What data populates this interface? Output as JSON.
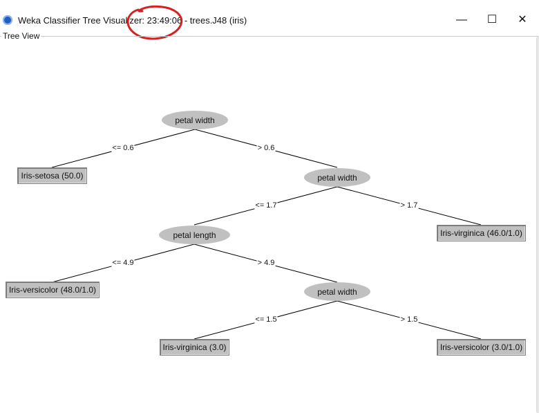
{
  "window": {
    "title": "Weka Classifier Tree Visualizer: 23:49:06 - trees.J48 (iris)",
    "minimize_glyph": "—",
    "maximize_glyph": "☐",
    "close_glyph": "✕"
  },
  "panel": {
    "label": "Tree View"
  },
  "tree": {
    "nodes": {
      "root": "petal width",
      "n2": "petal width",
      "n3": "petal length",
      "n4": "petal width"
    },
    "leaves": {
      "l1": "Iris-setosa (50.0)",
      "l2": "Iris-virginica (46.0/1.0)",
      "l3": "Iris-versicolor (48.0/1.0)",
      "l4": "Iris-virginica (3.0)",
      "l5": "Iris-versicolor (3.0/1.0)"
    },
    "edges": {
      "e1": "<= 0.6",
      "e2": "> 0.6",
      "e3": "<= 1.7",
      "e4": "> 1.7",
      "e5": "<= 4.9",
      "e6": "> 4.9",
      "e7": "<= 1.5",
      "e8": "> 1.5"
    }
  },
  "colors": {
    "node_fill": "#c0c0c0",
    "annotation": "#d62020"
  }
}
